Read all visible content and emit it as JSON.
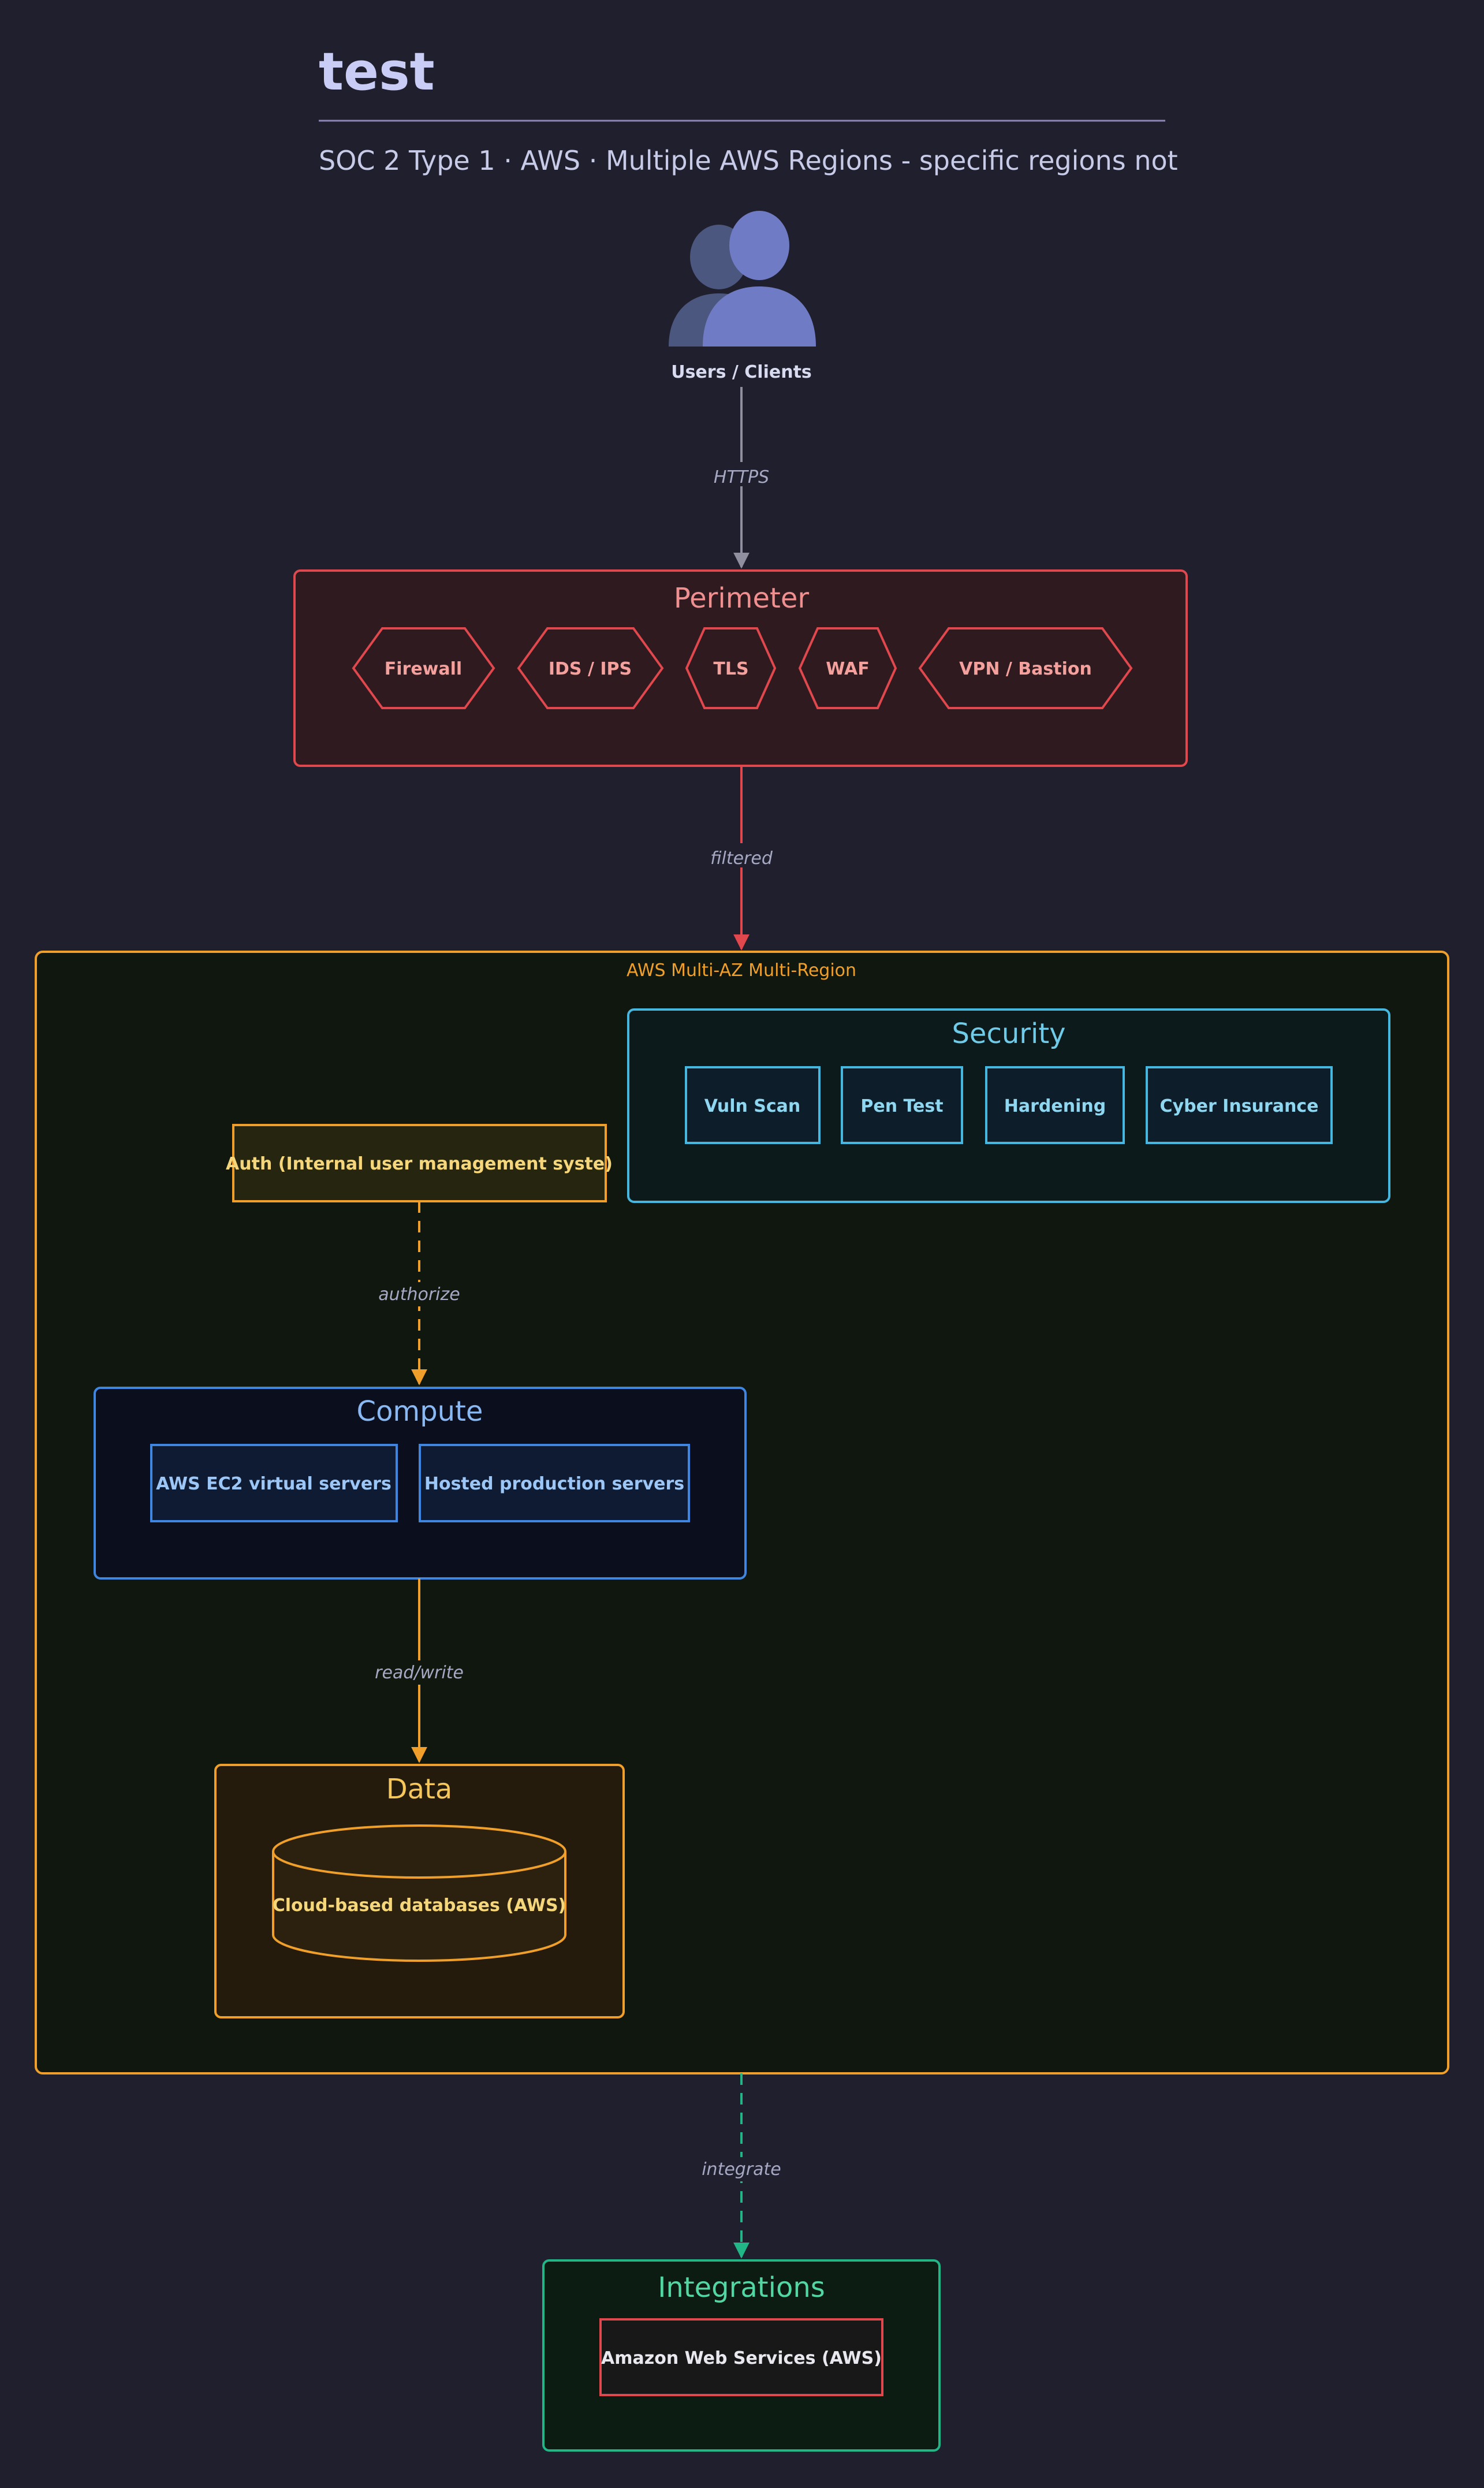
{
  "header": {
    "title": "test",
    "subtitle": "SOC 2 Type 1 · AWS · Multiple AWS Regions - specific regions not"
  },
  "users": {
    "label": "Users / Clients",
    "icon": "users-icon"
  },
  "edges": {
    "https": "HTTPS",
    "filtered": "filtered",
    "authorize": "authorize",
    "read_write": "read/write",
    "integrate": "integrate"
  },
  "perimeter": {
    "title": "Perimeter",
    "items": [
      "Firewall",
      "IDS / IPS",
      "TLS",
      "WAF",
      "VPN / Bastion"
    ]
  },
  "region": {
    "label": "AWS Multi-AZ Multi-Region"
  },
  "security": {
    "title": "Security",
    "items": [
      "Vuln Scan",
      "Pen Test",
      "Hardening",
      "Cyber Insurance"
    ]
  },
  "auth": {
    "label": "Auth (Internal user management syste)"
  },
  "compute": {
    "title": "Compute",
    "items": [
      "AWS EC2 virtual servers",
      "Hosted production servers"
    ]
  },
  "data_store": {
    "title": "Data",
    "database": "Cloud-based databases (AWS)"
  },
  "integrations": {
    "title": "Integrations",
    "items": [
      "Amazon Web Services (AWS)"
    ]
  },
  "colors": {
    "background": "#1f1f2d",
    "perimeter": "#e0484d",
    "region": "#f0a02a",
    "security": "#46b8e0",
    "compute": "#3f86e0",
    "data": "#f0a02a",
    "integrations": "#22b585",
    "edge_gray": "#8f8f9f"
  }
}
